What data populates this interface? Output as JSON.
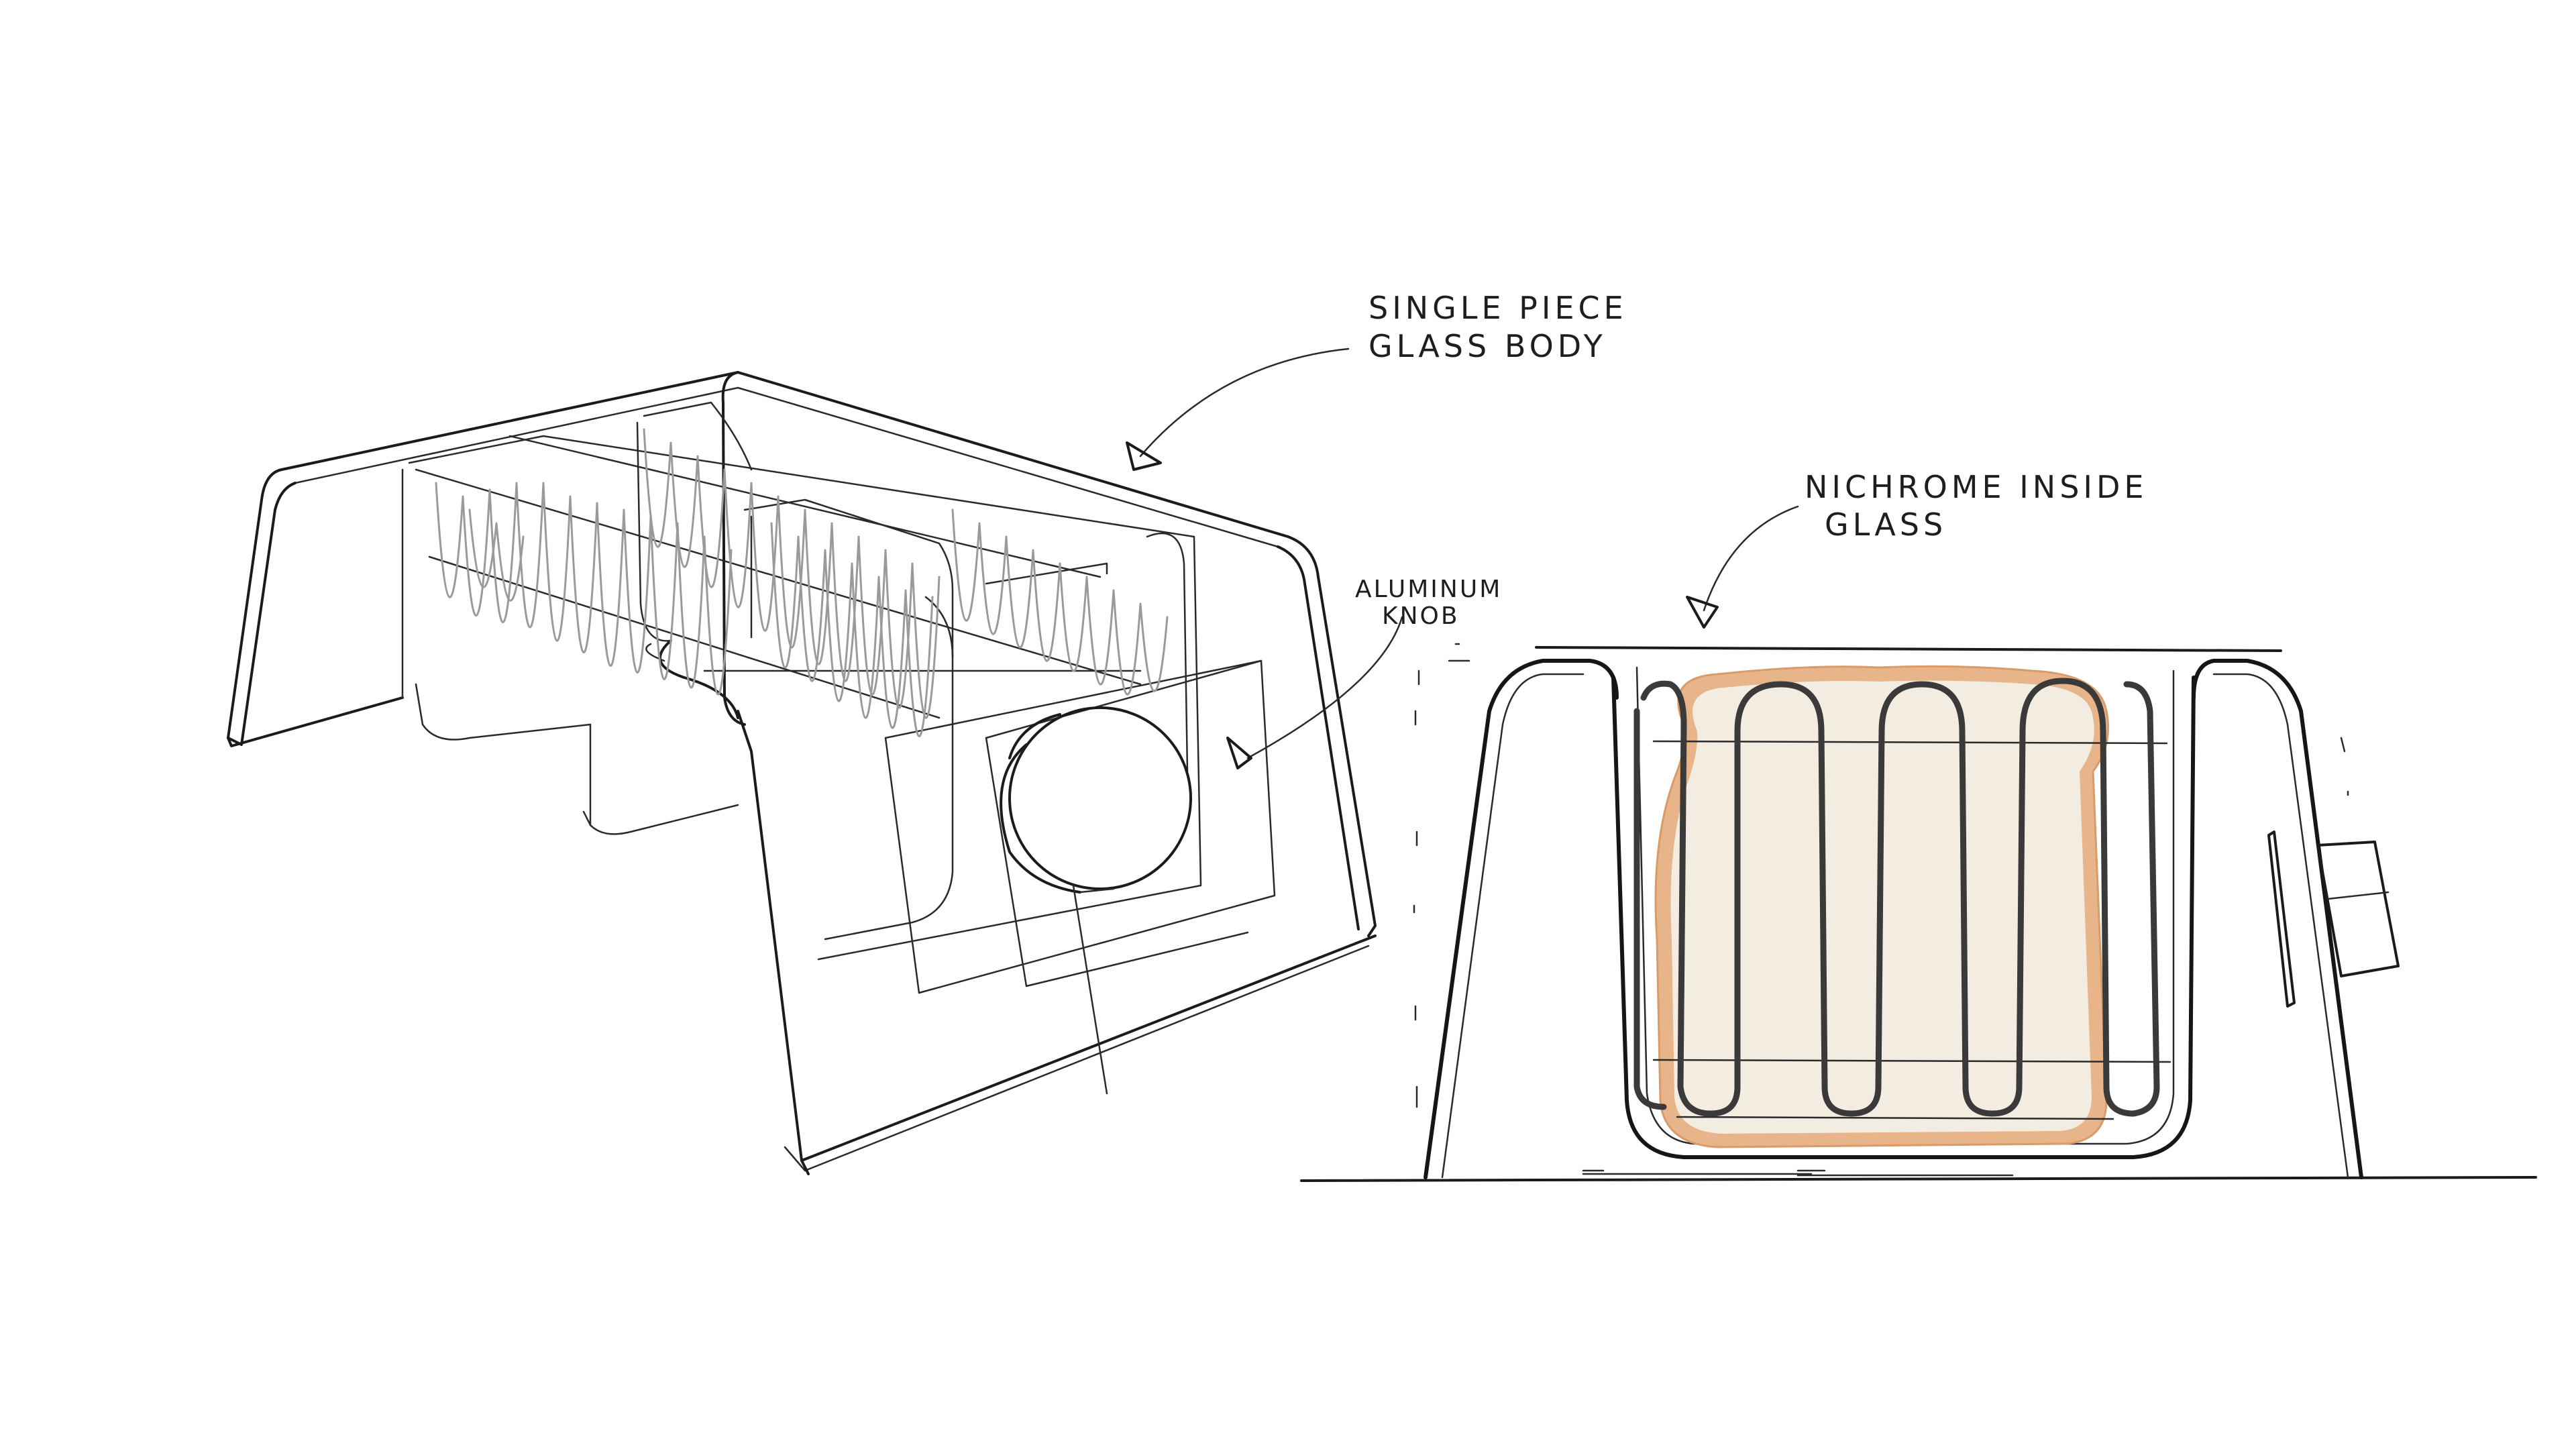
{
  "annotations": {
    "glass_body": {
      "line1": "SINGLE PIECE",
      "line2": "GLASS BODY"
    },
    "knob": {
      "line1": "ALUMINUM",
      "line2": "KNOB"
    },
    "nichrome": {
      "line1": "NICHROME INSIDE",
      "line2": "GLASS"
    }
  },
  "colors": {
    "ink": "#1b1b1b",
    "coil_light": "#9a9a9a",
    "bread_crust": "#e8b48a",
    "bread_crumb": "#f3ede1",
    "background": "#ffffff"
  }
}
